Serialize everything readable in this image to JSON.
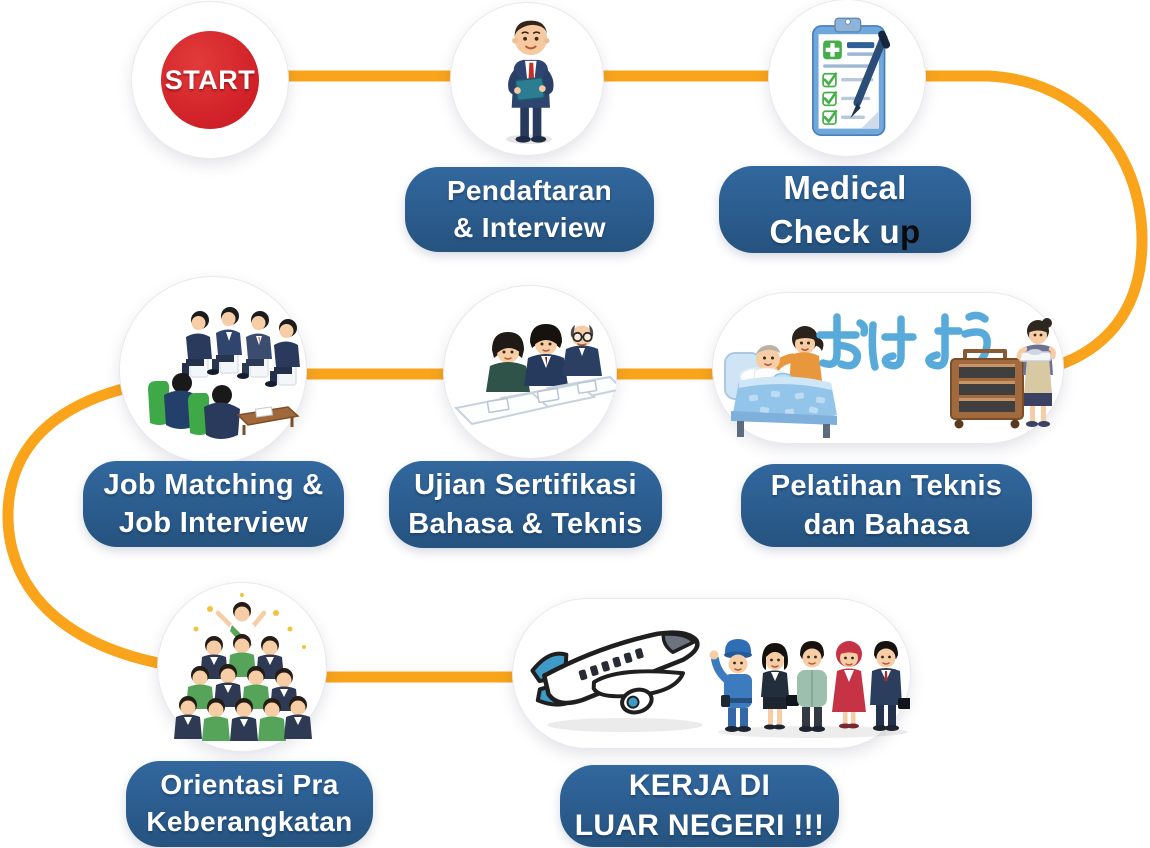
{
  "colors": {
    "connector_orange": "#F9A41B",
    "badge_blue": "#2B5C8E",
    "start_red": "#D6252B",
    "japanese_text_blue": "#57AAD9"
  },
  "start": {
    "label": "START"
  },
  "steps": {
    "pendaftaran": {
      "line1": "Pendaftaran",
      "line2": "& Interview"
    },
    "medical": {
      "line1": "Medical",
      "line2": "Check u",
      "line2_artifact": "p"
    },
    "pelatihan": {
      "line1": "Pelatihan Teknis",
      "line2": "dan Bahasa",
      "japanese_greeting": "おはよう"
    },
    "ujian": {
      "line1": "Ujian Sertifikasi",
      "line2": "Bahasa & Teknis"
    },
    "job": {
      "line1": "Job Matching &",
      "line2": "Job Interview"
    },
    "orientasi": {
      "line1": "Orientasi Pra",
      "line2": "Keberangkatan"
    },
    "kerja": {
      "line1": "KERJA DI",
      "line2": "LUAR NEGERI !!!"
    }
  }
}
